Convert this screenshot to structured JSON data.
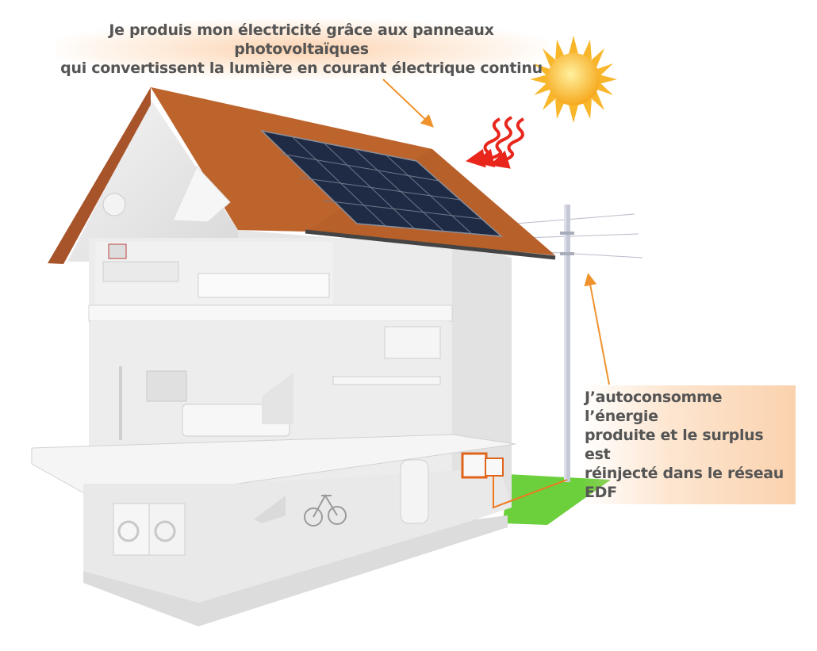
{
  "captions": {
    "production": {
      "lines": [
        "Je produis mon électricité grâce aux panneaux photovoltaïques",
        "qui convertissent la lumière en courant électrique continu"
      ]
    },
    "self_consumption": {
      "lines": [
        "J’autoconsomme l’énergie",
        "produite et le surplus est",
        "réinjecté dans le réseau EDF"
      ]
    }
  },
  "colors": {
    "arrow": "#f0922c",
    "roof": "#b8602a",
    "panel": "#1f2b45",
    "grass": "#6ccf3c",
    "sun": "#fbbf2c",
    "heat_waves": "#e8261c",
    "cable": "#f07820"
  }
}
